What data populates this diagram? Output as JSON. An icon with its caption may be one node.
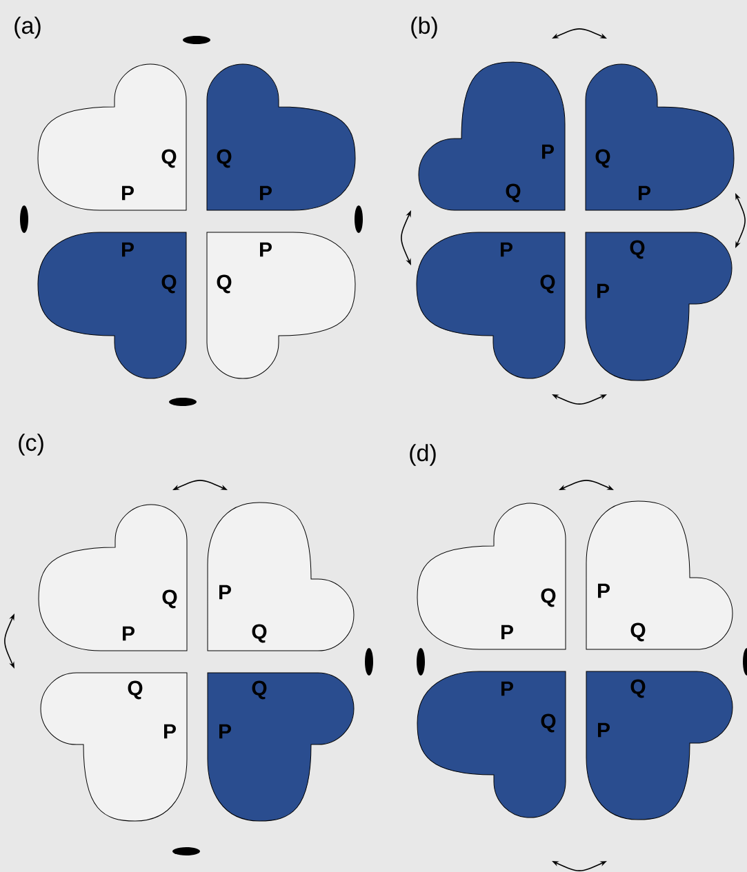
{
  "diagram": {
    "nodes": [
      {
        "text": [
          "Q",
          "P"
        ]
      },
      {
        "text": [
          "Q",
          "P"
        ]
      },
      {
        "text": [
          "P",
          "Q"
        ]
      },
      {
        "text": [
          "P",
          "Q"
        ]
      },
      {
        "text": [
          "P",
          "Q"
        ]
      },
      {
        "text": [
          "Q",
          "P"
        ]
      },
      {
        "text": [
          "P",
          "Q"
        ]
      },
      {
        "text": [
          "Q",
          "P"
        ]
      },
      {
        "text": [
          "Q",
          "P"
        ]
      },
      {
        "text": [
          "P",
          "Q"
        ]
      },
      {
        "text": [
          "Q",
          "P"
        ]
      },
      {
        "text": [
          "Q",
          "P"
        ]
      },
      {
        "text": [
          "Q",
          "P"
        ]
      },
      {
        "text": [
          "P",
          "Q"
        ]
      },
      {
        "text": [
          "P",
          "Q"
        ]
      },
      {
        "text": [
          "Q",
          "P"
        ]
      }
    ],
    "labels": [
      "(a)",
      "(b)",
      "(c)",
      "(d)"
    ]
  }
}
